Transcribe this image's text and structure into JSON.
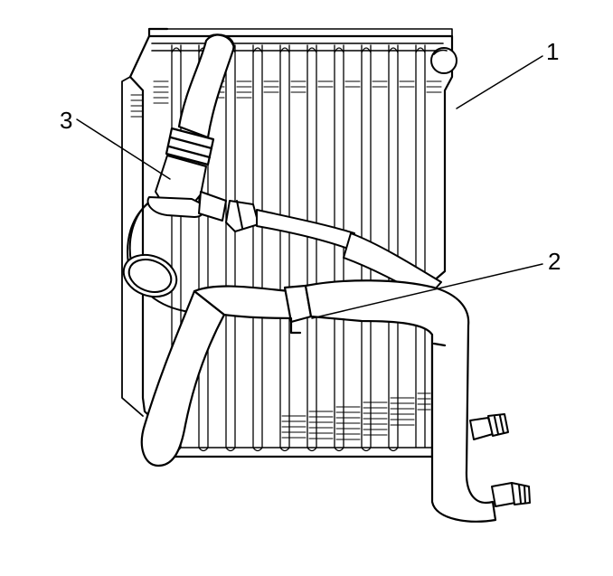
{
  "callouts": [
    {
      "id": "1",
      "label": "1"
    },
    {
      "id": "2",
      "label": "2"
    },
    {
      "id": "3",
      "label": "3"
    }
  ],
  "colors": {
    "line": "#000000",
    "fill": "#ffffff",
    "background": "#ffffff"
  }
}
